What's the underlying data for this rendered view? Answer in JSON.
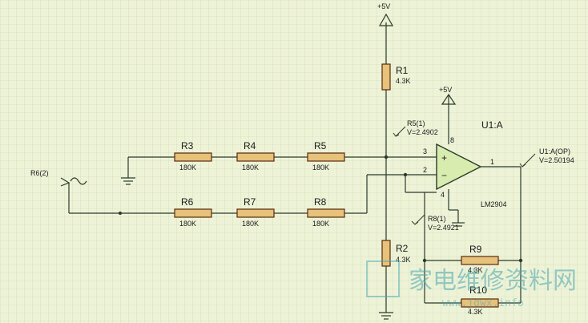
{
  "supply": {
    "top": "+5V",
    "opamp": "+5V"
  },
  "resistors": {
    "r1": {
      "name": "R1",
      "value": "4.3K"
    },
    "r2": {
      "name": "R2",
      "value": "4.3K"
    },
    "r3": {
      "name": "R3",
      "value": "180K"
    },
    "r4": {
      "name": "R4",
      "value": "180K"
    },
    "r5": {
      "name": "R5",
      "value": "180K"
    },
    "r6": {
      "name": "R6",
      "value": "180K"
    },
    "r7": {
      "name": "R7",
      "value": "180K"
    },
    "r8": {
      "name": "R8",
      "value": "180K"
    },
    "r9": {
      "name": "R9",
      "value": "4.3K"
    },
    "r10": {
      "name": "R10",
      "value": "4.3K"
    }
  },
  "source": {
    "name": "R6(2)"
  },
  "opamp": {
    "ref": "U1:A",
    "part": "LM2904",
    "pin_plus": "3",
    "pin_minus": "2",
    "pin_out": "1",
    "pin_vcc": "8",
    "pin_gnd": "4",
    "sign_plus": "+",
    "sign_minus": "−"
  },
  "probes": {
    "r5": {
      "name": "R5(1)",
      "value": "V=2.4902"
    },
    "r8": {
      "name": "R8(1)",
      "value": "V=2.4921"
    },
    "out": {
      "name": "U1:A(OP)",
      "value": "V=2.50194"
    }
  },
  "watermark": {
    "title": "家电维修资料网",
    "url": "www.jdwx.info"
  },
  "colors": {
    "wire": "#2a3a2a",
    "resistor_fill": "#e6c27a",
    "resistor_stroke": "#5a2a10",
    "opamp_fill": "#d8ecb0",
    "grid": "#bfd0a0",
    "background": "#eef3d8"
  }
}
